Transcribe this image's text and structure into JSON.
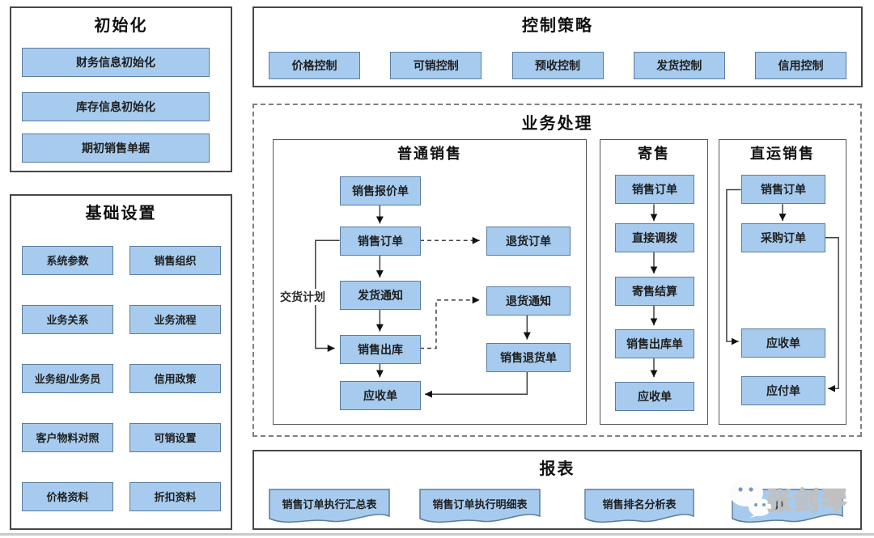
{
  "init": {
    "title": "初始化",
    "items": [
      "财务信息初始化",
      "库存信息初始化",
      "期初销售单据"
    ]
  },
  "control": {
    "title": "控制策略",
    "items": [
      "价格控制",
      "可销控制",
      "预收控制",
      "发货控制",
      "信用控制"
    ]
  },
  "base": {
    "title": "基础设置",
    "items": [
      "系统参数",
      "销售组织",
      "业务关系",
      "业务流程",
      "业务组/业务员",
      "信用政策",
      "客户物料对照",
      "可销设置",
      "价格资料",
      "折扣资料"
    ]
  },
  "process": {
    "title": "业务处理",
    "normal": {
      "title": "普通销售",
      "plan_label": "交货计划",
      "nodes": {
        "quote": "销售报价单",
        "order": "销售订单",
        "return_order": "退货订单",
        "ship_notice": "发货通知",
        "return_notice": "退货通知",
        "outbound": "销售出库",
        "return_doc": "销售退货单",
        "receivable": "应收单"
      }
    },
    "consign": {
      "title": "寄售",
      "nodes": [
        "销售订单",
        "直接调拨",
        "寄售结算",
        "销售出库单",
        "应收单"
      ]
    },
    "direct": {
      "title": "直运销售",
      "nodes": [
        "销售订单",
        "采购订单",
        "应收单",
        "应付单"
      ]
    }
  },
  "reports": {
    "title": "报表",
    "items": [
      "销售订单执行汇总表",
      "销售订单执行明细表",
      "销售排名分析表"
    ],
    "item4_fragment": "算"
  },
  "watermark": {
    "text": "张剑琴"
  },
  "colors": {
    "node_fill": "#a6cbee",
    "node_border": "#5a7ca0",
    "section_border": "#474747",
    "dashed_border": "#7f7f7f",
    "connector": "#3f3f3f",
    "watermark_stroke": "#c0c0c0"
  }
}
